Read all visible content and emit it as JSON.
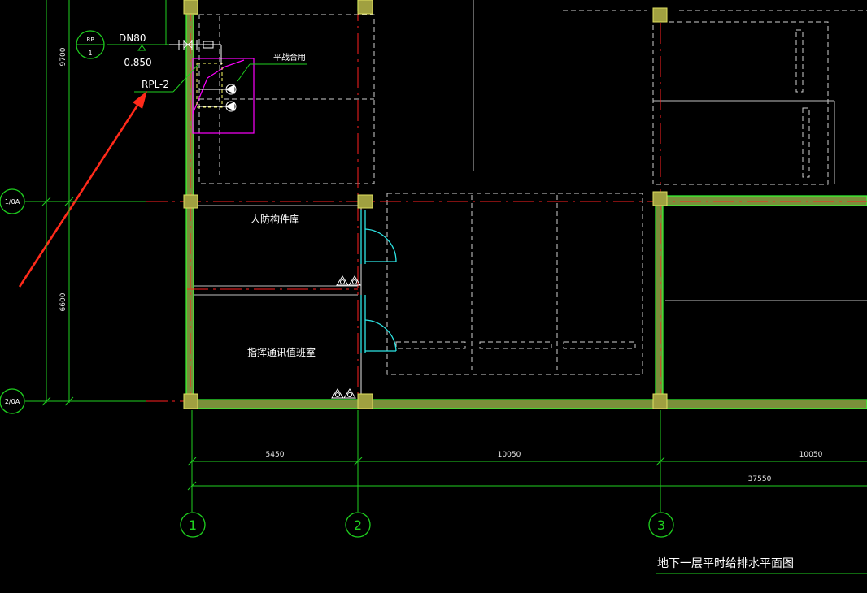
{
  "drawing": {
    "title": "地下一层平时给排水平面图",
    "rooms": {
      "room_upper": "人防构件库",
      "room_lower": "指挥通讯值班室"
    },
    "pipe": {
      "size": "DN80",
      "elevation": "-0.850",
      "riser_label": "RPL-2",
      "note": "平战合用",
      "symbol_top": "RP",
      "symbol_bottom": "1"
    },
    "dimensions": {
      "span_1_2": "5450",
      "span_2_3": "10050",
      "span_3_4": "10050",
      "total": "37550",
      "vertical_upper": "9700",
      "vertical_lower": "6600"
    },
    "grid_axes": {
      "col_1": "1",
      "col_2": "2",
      "col_3": "3",
      "row_upper": "1/0A",
      "row_lower": "2/0A"
    }
  },
  "colors": {
    "background": "#000000",
    "wall_fill": "#7a8f3a",
    "wall_edge": "#33ff33",
    "grid_line": "#1fd01f",
    "axis_line": "#ff2020",
    "pipe_magenta": "#ff00ff",
    "annotation_arrow": "#ff2a1a",
    "door": "#2ee6e6",
    "column": "#a0a040"
  }
}
